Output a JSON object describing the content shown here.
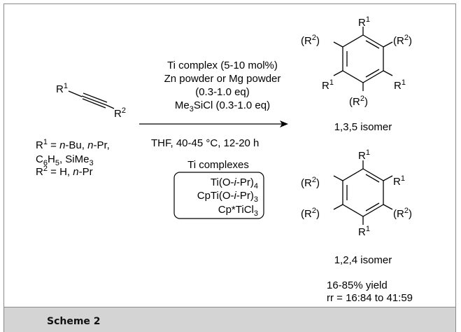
{
  "caption": "Scheme 2",
  "reactant": {
    "r1": "R",
    "r1_sup": "1",
    "r2": "R",
    "r2_sup": "2",
    "def_line1_a": "R",
    "def_line1_sup": "1",
    "def_line1_b": " = ",
    "def_line1_c": "n",
    "def_line1_d": "-Bu, ",
    "def_line1_e": "n",
    "def_line1_f": "-Pr,",
    "def_line2_a": "C",
    "def_line2_sub1": "6",
    "def_line2_b": "H",
    "def_line2_sub2": "5",
    "def_line2_c": ", SiMe",
    "def_line2_sub3": "3",
    "def_line3_a": "R",
    "def_line3_sup": "2",
    "def_line3_b": " = H, ",
    "def_line3_c": "n",
    "def_line3_d": "-Pr"
  },
  "conditions": {
    "line1": "Ti complex (5-10 mol%)",
    "line2": "Zn powder or Mg powder",
    "line3": "(0.3-1.0 eq)",
    "line4_a": "Me",
    "line4_sub": "3",
    "line4_b": "SiCl (0.3-1.0 eq)",
    "below": "THF, 40-45 °C, 12-20 h"
  },
  "ti_box": {
    "title": "Ti complexes",
    "item1_a": "Ti(O-",
    "item1_i": "i",
    "item1_b": "-Pr)",
    "item1_sub": "4",
    "item2_a": "CpTi(O-",
    "item2_i": "i",
    "item2_b": "-Pr)",
    "item2_sub": "3",
    "item3_a": "Cp*TiCl",
    "item3_sub": "3"
  },
  "product1": {
    "label": "1,3,5 isomer",
    "top": "R",
    "top_sup": "1",
    "upper_left": "(R",
    "upper_left_sup": "2",
    "upper_left_end": ")",
    "upper_right": "(R",
    "upper_right_sup": "2",
    "upper_right_end": ")",
    "lower_left": "R",
    "lower_left_sup": "1",
    "lower_right": "R",
    "lower_right_sup": "1",
    "bottom": "(R",
    "bottom_sup": "2",
    "bottom_end": ")"
  },
  "product2": {
    "label": "1,2,4 isomer",
    "top": "R",
    "top_sup": "1",
    "upper_left": "(R",
    "upper_left_sup": "2",
    "upper_left_end": ")",
    "upper_right": "R",
    "upper_right_sup": "1",
    "lower_left": "(R",
    "lower_left_sup": "2",
    "lower_left_end": ")",
    "lower_right": "(R",
    "lower_right_sup": "2",
    "lower_right_end": ")",
    "bottom": "R",
    "bottom_sup": "1"
  },
  "yield": {
    "line1": "16-85% yield",
    "line2": "rr = 16:84 to 41:59"
  }
}
